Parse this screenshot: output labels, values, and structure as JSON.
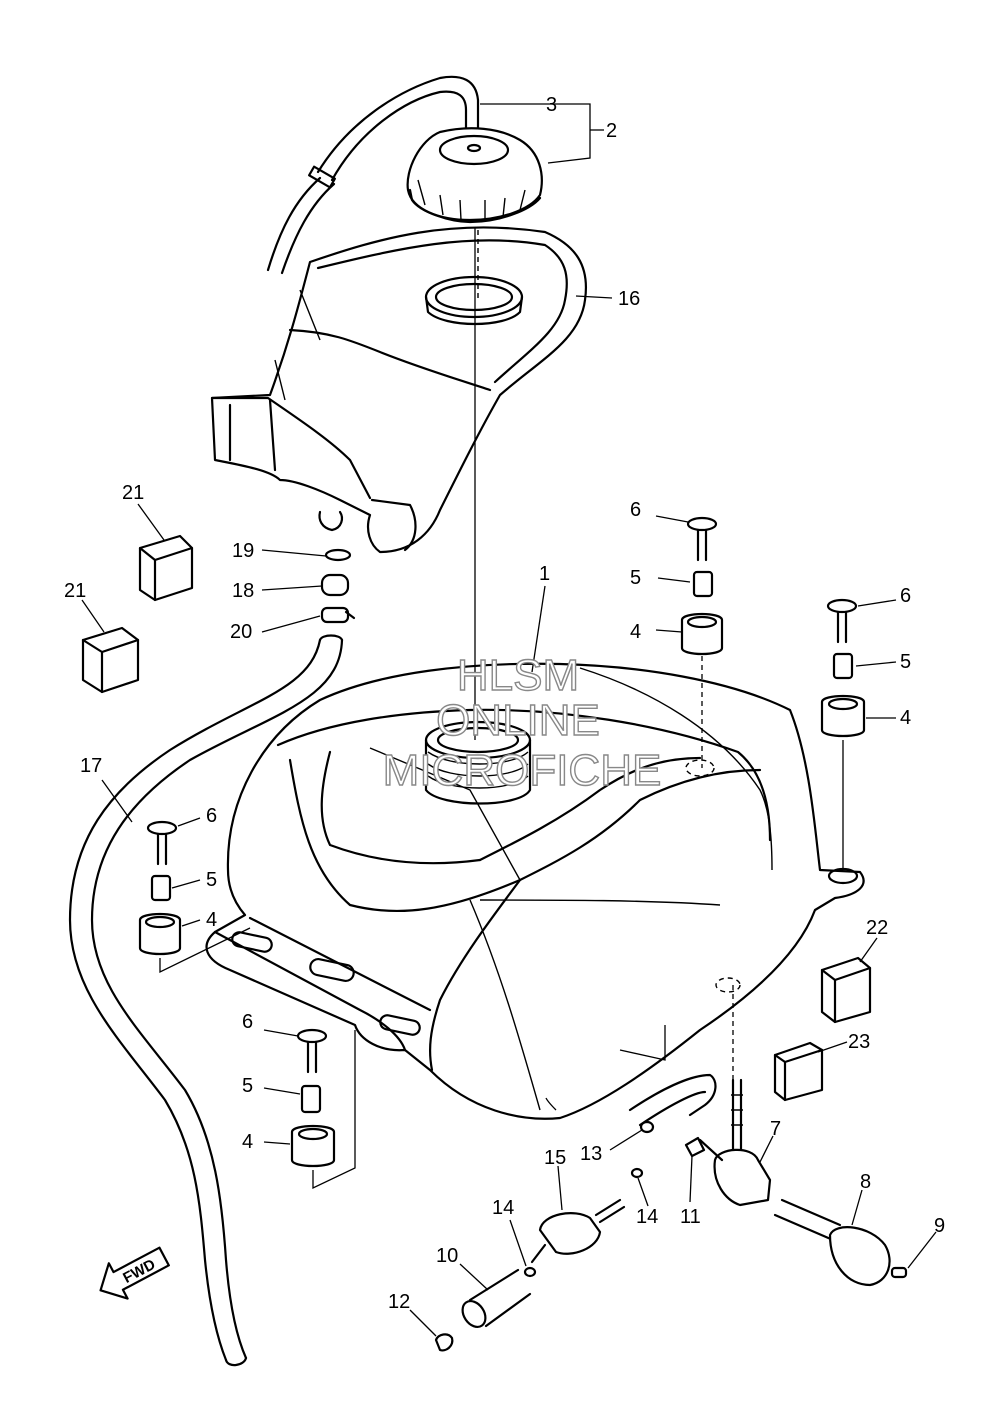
{
  "callouts": {
    "c1": "1",
    "c2": "2",
    "c3": "3",
    "c4a": "4",
    "c4b": "4",
    "c4c": "4",
    "c4d": "4",
    "c5a": "5",
    "c5b": "5",
    "c5c": "5",
    "c5d": "5",
    "c6a": "6",
    "c6b": "6",
    "c6c": "6",
    "c6d": "6",
    "c7": "7",
    "c8": "8",
    "c9": "9",
    "c10": "10",
    "c11": "11",
    "c12": "12",
    "c13": "13",
    "c14a": "14",
    "c14b": "14",
    "c15": "15",
    "c16": "16",
    "c17": "17",
    "c18": "18",
    "c19": "19",
    "c20": "20",
    "c21a": "21",
    "c21b": "21",
    "c22": "22",
    "c23": "23"
  },
  "watermark": {
    "line1": "HLSM",
    "line2": "ONLINE",
    "line3": "MICROFICHE"
  },
  "direction_label": "FWD"
}
